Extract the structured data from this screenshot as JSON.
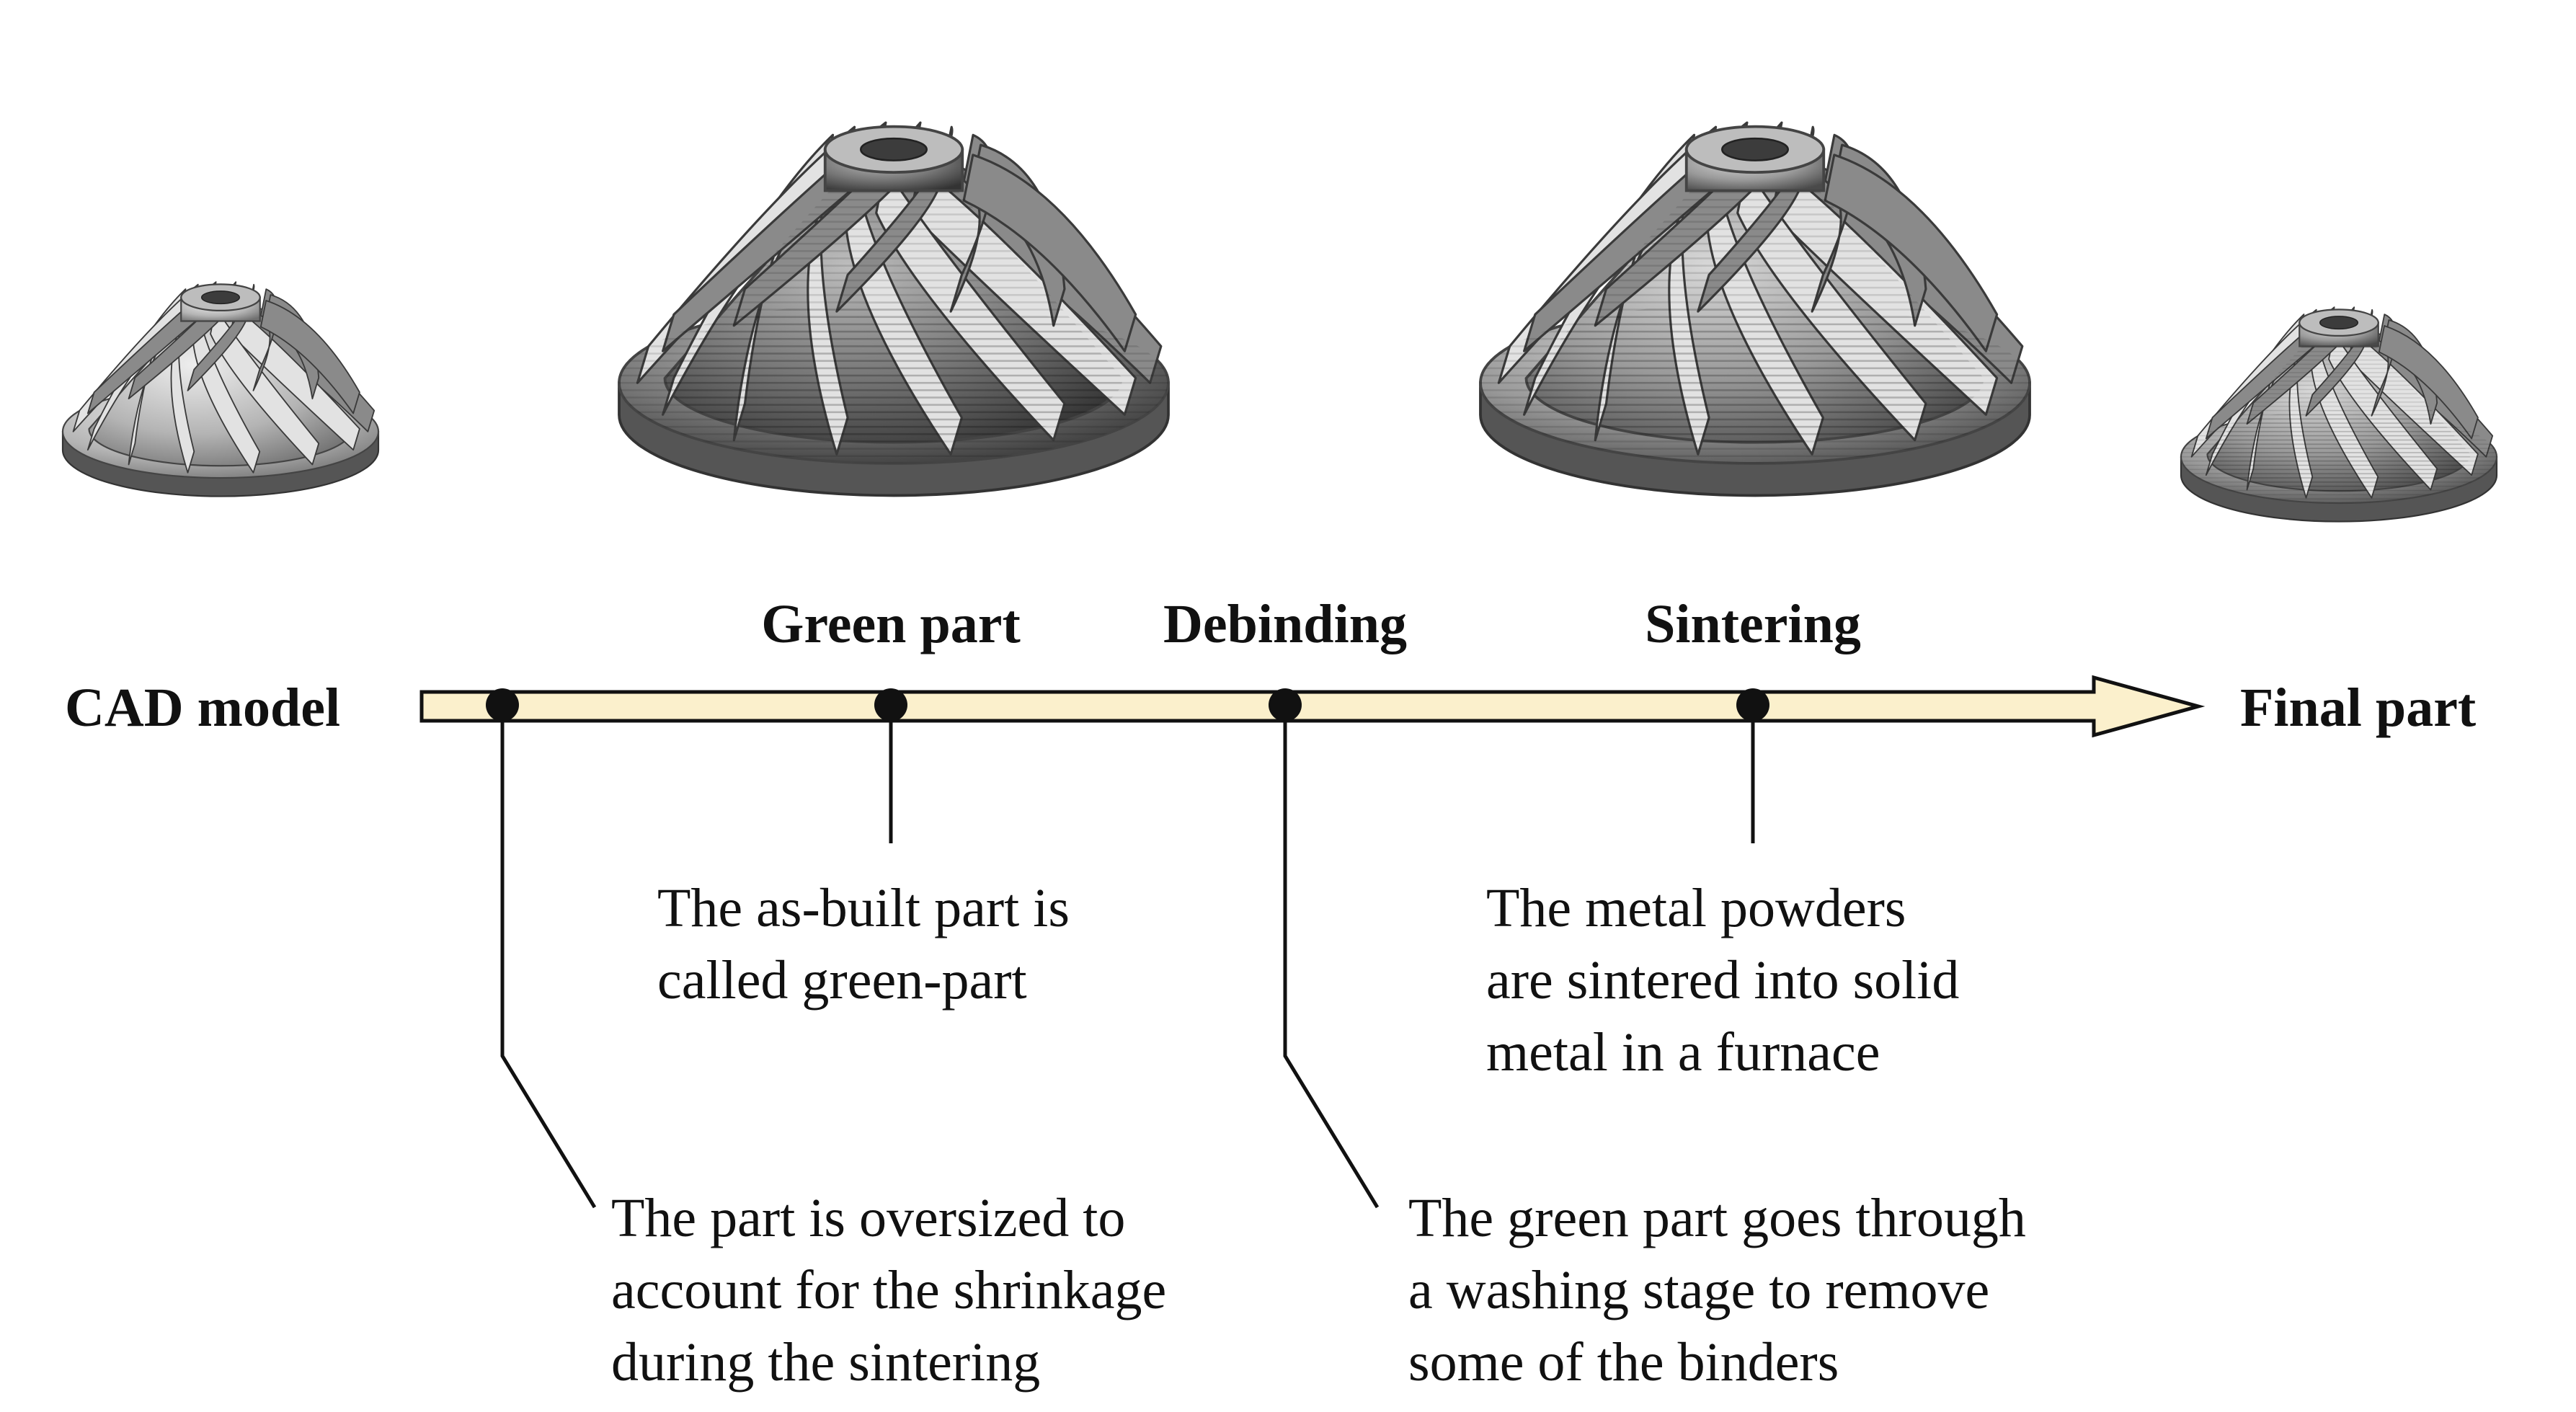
{
  "figure": {
    "endpoints": {
      "start": "CAD model",
      "end": "Final part"
    },
    "stages": [
      {
        "id": "green",
        "label": "Green part"
      },
      {
        "id": "debind",
        "label": "Debinding"
      },
      {
        "id": "sinter",
        "label": "Sintering"
      }
    ],
    "notes": {
      "oversize": [
        "The part is oversized to",
        "account for the shrinkage",
        "during the sintering"
      ],
      "green": [
        "The as-built part is",
        "called green-part"
      ],
      "debind": [
        "The green part goes through",
        "a washing stage to remove",
        "some of the binders"
      ],
      "sinter": [
        "The metal powders",
        "are sintered into solid",
        "metal in a furnace"
      ]
    },
    "images": [
      {
        "name": "cad-model-impeller",
        "caption": ""
      },
      {
        "name": "green-part-impeller",
        "caption": ""
      },
      {
        "name": "debinded-part-impeller",
        "caption": ""
      },
      {
        "name": "final-part-impeller",
        "caption": ""
      }
    ],
    "colors": {
      "arrow_fill": "#fbf0cc",
      "stroke": "#111111",
      "metal_light": "#c9c9c9",
      "metal_dark": "#5c5c5c"
    }
  }
}
